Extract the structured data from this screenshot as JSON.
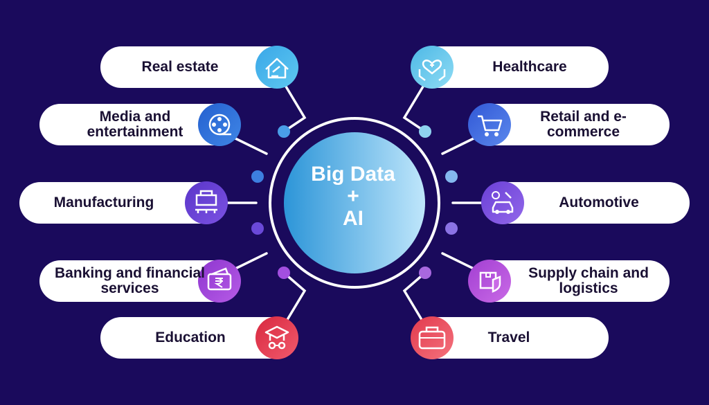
{
  "center": {
    "line1": "Big Data",
    "line2": "+",
    "line3": "AI"
  },
  "left_items": [
    {
      "label": "Real estate",
      "icon": "house-gavel-icon",
      "icon_color": "#3aa7e8"
    },
    {
      "label": "Media and entertainment",
      "icon": "film-reel-icon",
      "icon_color": "#2f6fd6"
    },
    {
      "label": "Manufacturing",
      "icon": "factory-conveyor-icon",
      "icon_color": "#6a3fd1"
    },
    {
      "label": "Banking and financial services",
      "icon": "rupee-wallet-icon",
      "icon_color": "#9b3fd6"
    },
    {
      "label": "Education",
      "icon": "graduation-cap-icon",
      "icon_color": "#e0344f"
    }
  ],
  "right_items": [
    {
      "label": "Healthcare",
      "icon": "heart-hands-icon",
      "icon_color": "#5ec8ea"
    },
    {
      "label": "Retail and e-commerce",
      "icon": "shopping-cart-icon",
      "icon_color": "#3f6fe0"
    },
    {
      "label": "Automotive",
      "icon": "car-tools-icon",
      "icon_color": "#7c4ee0"
    },
    {
      "label": "Supply chain and logistics",
      "icon": "package-shield-icon",
      "icon_color": "#b24fd9"
    },
    {
      "label": "Travel",
      "icon": "suitcase-icon",
      "icon_color": "#ec4d5b"
    }
  ],
  "colors": {
    "background": "#1a0a5c",
    "pill": "#ffffff",
    "text": "#1a1033",
    "connector": "#ffffff"
  }
}
